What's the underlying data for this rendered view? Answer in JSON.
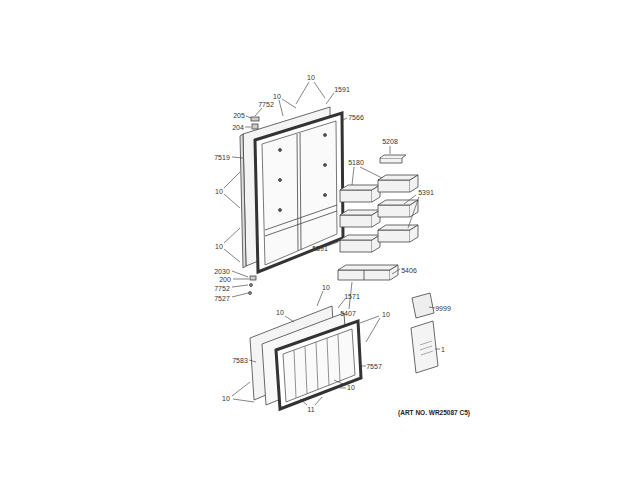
{
  "diagram": {
    "labels": [
      "10",
      "1591",
      "10",
      "7752",
      "205",
      "204",
      "7566",
      "5208",
      "7519",
      "5180",
      "5391",
      "10",
      "10",
      "5391",
      "5406",
      "2030",
      "200",
      "7752",
      "7527",
      "5407",
      "10",
      "1571",
      "10",
      "10",
      "9999",
      "1",
      "7583",
      "7557",
      "10",
      "10",
      "11",
      "(ART NO. WR25087 C5)"
    ]
  }
}
